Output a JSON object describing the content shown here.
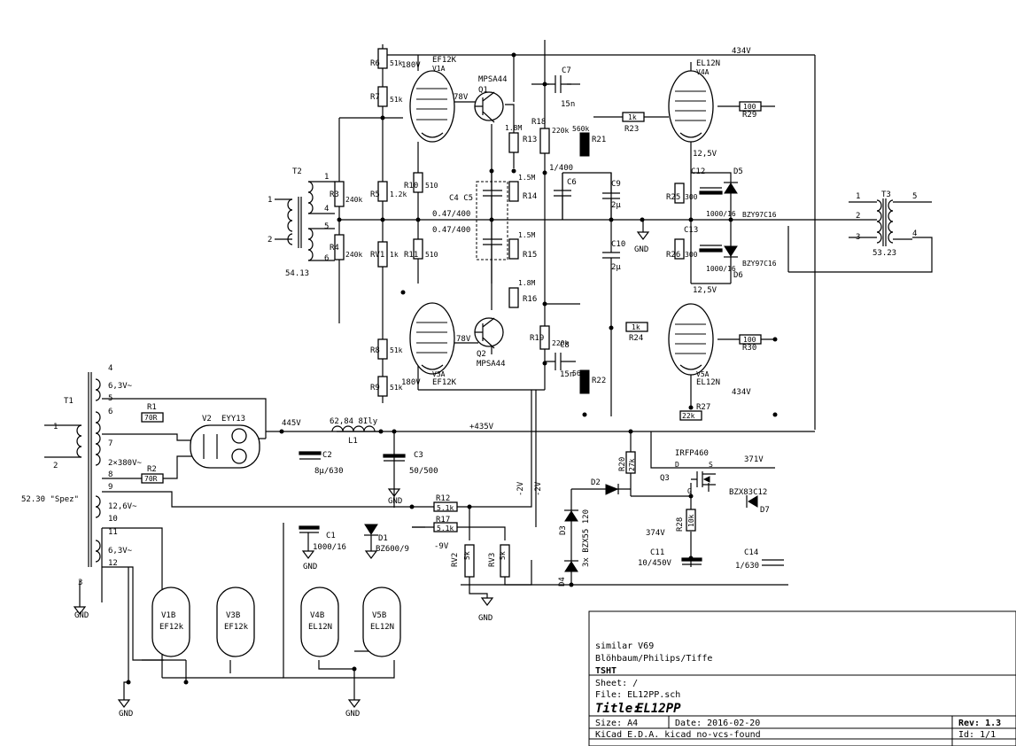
{
  "title_block": {
    "comment1": "similar V69",
    "comment2": "Blöhbaum/Philips/Tiffe",
    "company": "TSHT",
    "sheet": "Sheet: /",
    "file": "File: EL12PP.sch",
    "title_prefix": "Title:",
    "title": "EL12PP",
    "size": "Size: A4",
    "date": "Date: 2016-02-20",
    "rev": "Rev: 1.3",
    "tool": "KiCad E.D.A.  kicad no-vcs-found",
    "id": "Id: 1/1"
  },
  "labels": {
    "r6": "R6",
    "r6v": "51k",
    "v180a": "180V",
    "v1a_type": "EF12K",
    "v1a": "V1A",
    "r7": "R7",
    "r7v": "51k",
    "q1": "Q1",
    "q1t": "MPSA44",
    "v78a": "78V",
    "c7": "C7",
    "c7v": "15n",
    "v434a": "434V",
    "v4a_type": "EL12N",
    "v4a": "V4A",
    "r23": "R23",
    "r23v": "1k",
    "r29": "R29",
    "r29v": "100",
    "r13": "R13",
    "r13v": "1.8M",
    "r18": "R18",
    "r18v": "220k",
    "r21": "R21",
    "r21v": "560k",
    "v125a": "12,5V",
    "c6": "C6",
    "c6v": "1/400",
    "c9": "C9",
    "c9v": "2µ",
    "c12": "C12",
    "c12v": "1000/16",
    "d5": "D5",
    "d5t": "BZY97C16",
    "r25": "R25",
    "r25v": "300",
    "t2": "T2",
    "t2n": "54.13",
    "r3": "R3",
    "r3v": "240k",
    "r4": "R4",
    "r4v": "240k",
    "t2p1": "1",
    "t2p2": "2",
    "t2p4": "4",
    "t2p5": "5",
    "t2p6": "6",
    "r5": "R5",
    "r5v": "1.2k",
    "r10": "R10",
    "r10v": "510",
    "c4c5": "C4 C5",
    "cval1": "0.47/400",
    "cval2": "0.47/400",
    "r14": "R14",
    "r14v": "1.5M",
    "r15": "R15",
    "r15v": "1.5M",
    "c10": "C10",
    "c10v": "2µ",
    "gnd": "GND",
    "c13": "C13",
    "c13v": "1000/16",
    "r26": "R26",
    "r26v": "300",
    "d6": "D6",
    "d6t": "BZY97C16",
    "v125b": "12,5V",
    "t3": "T3",
    "t3n": "53.23",
    "t3p1": "1",
    "t3p2": "2",
    "t3p3": "3",
    "t3p4": "4",
    "t3p5": "5",
    "rv1": "RV1",
    "rv1v": "1k",
    "r11": "R11",
    "r11v": "510",
    "r16": "R16",
    "r16v": "1.8M",
    "q2": "Q2",
    "q2t": "MPSA44",
    "v78b": "78V",
    "r19": "R19",
    "r19v": "220k",
    "r24": "R24",
    "r24v": "1k",
    "r30": "R30",
    "r30v": "100",
    "r8": "R8",
    "r8v": "51k",
    "r9": "R9",
    "r9v": "51k",
    "c8": "C8",
    "c8v": "15n",
    "r22": "R22",
    "r22v": "560k",
    "v180b": "180V",
    "v3a": "V3A",
    "v3a_type": "EF12K",
    "v434b": "434V",
    "v5a": "V5A",
    "v5a_type": "EL12N",
    "r27": "R27",
    "r27v": "22k",
    "t1": "T1",
    "t1n": "52.30 \"Spez\"",
    "t1p1": "1",
    "t1p2": "2",
    "t1p3": "3",
    "t1p4": "4",
    "t1p5": "5",
    "t1p6": "6",
    "t1p7": "7",
    "t1p8": "8",
    "t1p9": "9",
    "t1p10": "10",
    "t1p11": "11",
    "t1p12": "12",
    "v63a": "6,3V~",
    "v2x380": "2×380V~",
    "v126": "12,6V~",
    "v63b": "6,3V~",
    "r1": "R1",
    "r1v": "70R",
    "r2": "R2",
    "r2v": "70R",
    "v2": "V2",
    "v2t": "EYY13",
    "v445": "445V",
    "l1v": "62,84 8Ily",
    "l1": "L1",
    "c2": "C2",
    "c2v": "8µ/630",
    "c3": "C3",
    "c3v": "50/500",
    "v435": "+435V",
    "r12": "R12",
    "r12v": "5.1k",
    "r17": "R17",
    "r17v": "5.1k",
    "m9": "-9V",
    "m2a": "-2V",
    "m2b": "-2V",
    "c1": "C1",
    "c1v": "1000/16",
    "d1": "D1",
    "d1t": "BZ600/9",
    "rv2": "RV2",
    "rv2v": "5k",
    "rv3": "RV3",
    "rv3v": "5k",
    "d2": "D2",
    "d3": "D3",
    "d3t": "3x BZX55 120",
    "d4": "D4",
    "r20": "R20",
    "r20v": "27k",
    "irf": "IRFP460",
    "q3": "Q3",
    "v371": "371V",
    "v374": "374V",
    "r28": "R28",
    "r28v": "10k",
    "c11": "C11",
    "c11v": "10/450V",
    "c14": "C14",
    "c14v": "1/630",
    "d7": "D7",
    "d7t": "BZX83C12",
    "v1b": "V1B",
    "v1bt": "EF12k",
    "v3b": "V3B",
    "v3bt": "EF12k",
    "v4b": "V4B",
    "v4bt": "EL12N",
    "v5b": "V5B",
    "v5bt": "EL12N",
    "pin_d": "D",
    "pin_s": "S",
    "pin_g": "G"
  }
}
